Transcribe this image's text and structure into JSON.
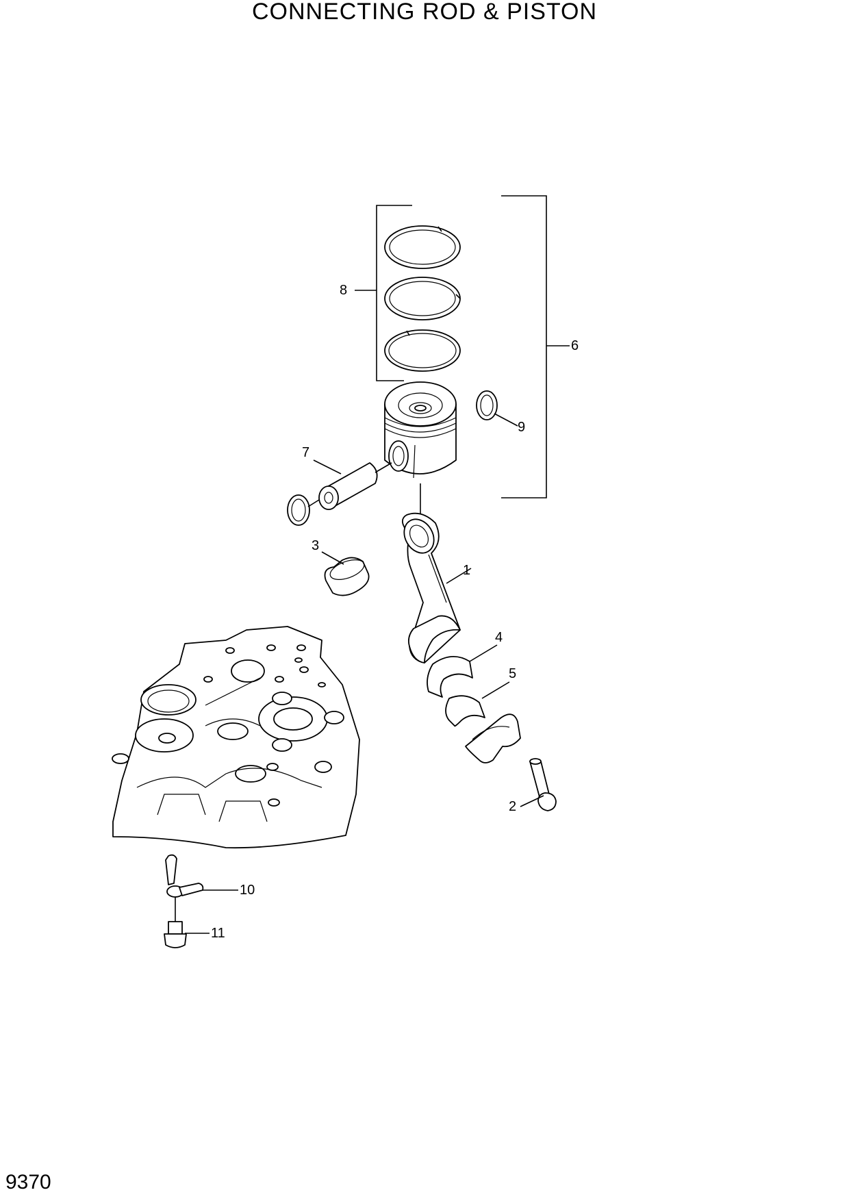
{
  "header": {
    "title": "CONNECTING ROD & PISTON"
  },
  "footer": {
    "page_number": "9370"
  },
  "callouts": {
    "c1": "1",
    "c2": "2",
    "c3": "3",
    "c4": "4",
    "c5": "5",
    "c6": "6",
    "c7": "7",
    "c8": "8",
    "c9": "9",
    "c10": "10",
    "c11": "11"
  }
}
